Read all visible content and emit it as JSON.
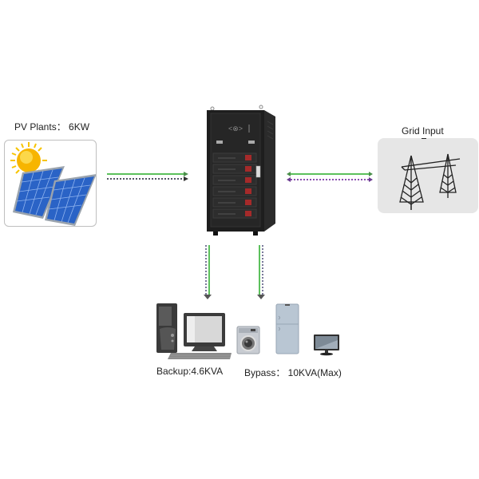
{
  "diagram": {
    "title": "Energy storage system connection diagram",
    "nodes": {
      "pv": {
        "label": "PV Plants： 6KW",
        "icon": "solar-panel-icon"
      },
      "grid": {
        "label": "Grid Input",
        "icon": "transmission-tower-icon"
      },
      "cabinet": {
        "icon": "battery-cabinet-icon"
      },
      "backup": {
        "label": "Backup:4.6KVA",
        "icon": "computer-icon"
      },
      "bypass": {
        "label": "Bypass： 10KVA(Max)",
        "icons": [
          "washing-machine-icon",
          "refrigerator-icon",
          "tv-icon"
        ]
      }
    },
    "flows": [
      {
        "from": "pv",
        "to": "cabinet",
        "power_line": "one-way",
        "comm_line": "one-way"
      },
      {
        "from": "cabinet",
        "to": "grid",
        "power_line": "two-way",
        "comm_line": "two-way"
      },
      {
        "from": "cabinet",
        "to": "backup",
        "power_line": "one-way",
        "comm_line": "one-way"
      },
      {
        "from": "cabinet",
        "to": "bypass",
        "power_line": "one-way",
        "comm_line": "one-way"
      }
    ],
    "colors": {
      "power_line": "#5cc05c",
      "comm_line_pv": "#555566",
      "comm_line_grid": "#8a4fb0",
      "cabinet": "#1e1e1e",
      "grid_box": "#e6e6e6",
      "sun": "#f7b500",
      "panel": "#2a63c6"
    }
  }
}
